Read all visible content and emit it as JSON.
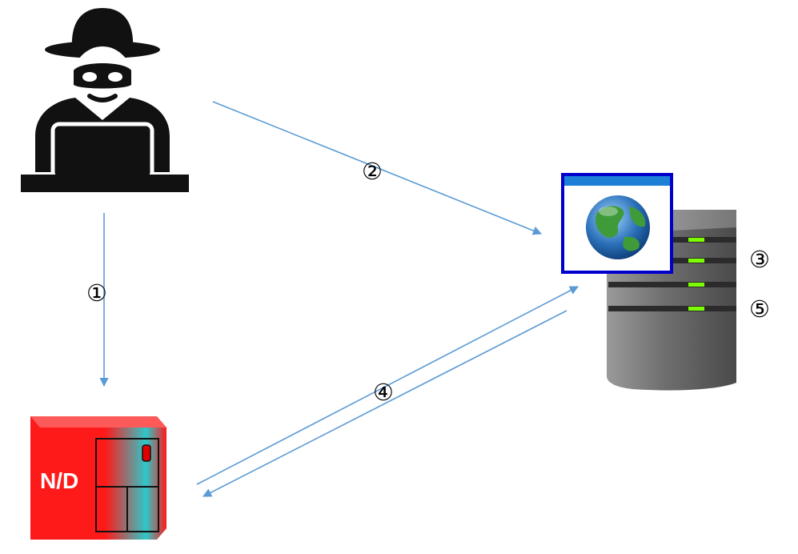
{
  "diagram": {
    "steps": {
      "s1": "①",
      "s2": "②",
      "s3": "③",
      "s4": "④",
      "s5": "⑤"
    },
    "nodes": {
      "attacker": {
        "icon": "hacker-icon"
      },
      "victim_server": {
        "icon": "web-server-icon"
      },
      "nd_server": {
        "icon": "red-server-icon",
        "label": "N/D"
      }
    },
    "colors": {
      "arrow": "#5b9bd5",
      "nd_server": "#ff1a1a",
      "nd_accent": "#2ec7c9",
      "server_body": "#7a7a7a",
      "server_led": "#7cfc00",
      "browser_frame": "#0000cc",
      "browser_titlebar": "#1e7fd6"
    }
  }
}
